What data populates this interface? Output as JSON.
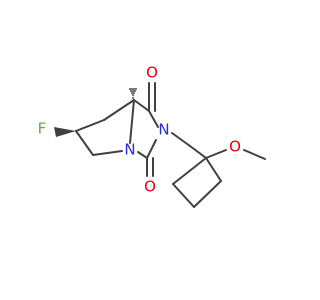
{
  "molecule": {
    "atoms": {
      "fluorine": "F",
      "nitrogen_ring": "N",
      "nitrogen_imide": "N",
      "oxygen_top": "O",
      "oxygen_bottom": "O",
      "oxygen_methoxy": "O"
    },
    "colors": {
      "bond": "#404040",
      "oxygen": "#e8000b",
      "nitrogen": "#2a2ad6",
      "fluorine": "#5bb33a"
    },
    "stereo_features": [
      "wedge-bond-c6-fluorine",
      "hashed-wedge-c7a-hydrogen"
    ]
  }
}
